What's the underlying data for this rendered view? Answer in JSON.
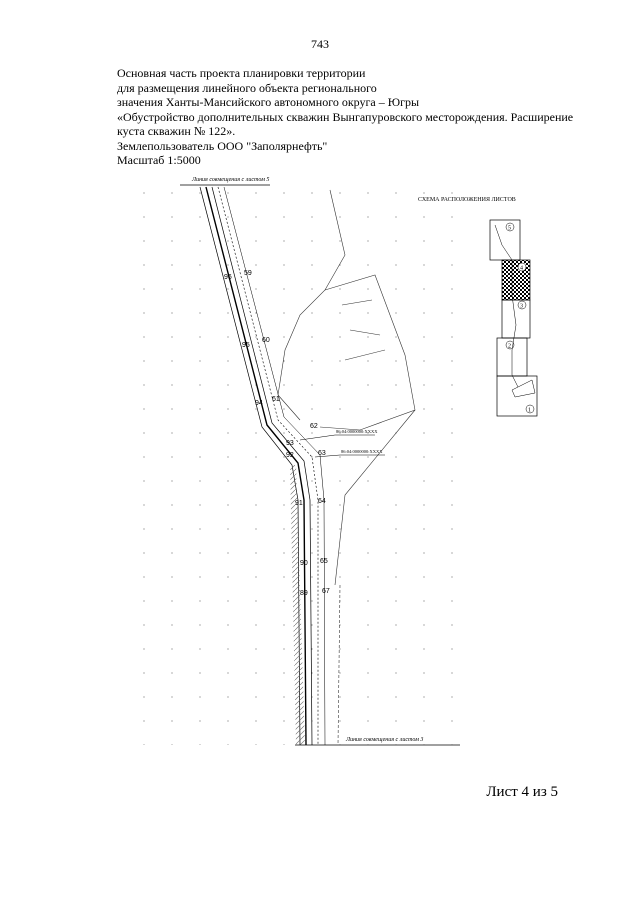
{
  "page_number": "743",
  "header": {
    "lines": [
      "Основная часть проекта планировки территории",
      "для размещения линейного объекта регионального",
      "значения Ханты-Мансийского автономного округа – Югры",
      "«Обустройство дополнительных скважин Вынгапуровского месторождения. Расширение",
      "куста скважин № 122».",
      "Землепользователь ООО \"Заполярнефть\"",
      "Масштаб 1:5000"
    ]
  },
  "map": {
    "match_line_top": "Линия совмещения с листом 5",
    "match_line_bottom": "Линия совмещения с листом 3",
    "point_labels": [
      "96",
      "59",
      "95",
      "60",
      "94",
      "61",
      "93",
      "62",
      "92",
      "63",
      "91",
      "64",
      "90",
      "65",
      "89",
      "67"
    ],
    "callouts": [
      "86:04:0000000:XXXX",
      "86:04:0000000:XXXX"
    ]
  },
  "layout_scheme": {
    "title": "СХЕМА РАСПОЛОЖЕНИЯ ЛИСТОВ",
    "sheets": [
      "5",
      "4",
      "3",
      "2",
      "1"
    ],
    "active_sheet": "4"
  },
  "sheet_label": "Лист 4 из 5"
}
